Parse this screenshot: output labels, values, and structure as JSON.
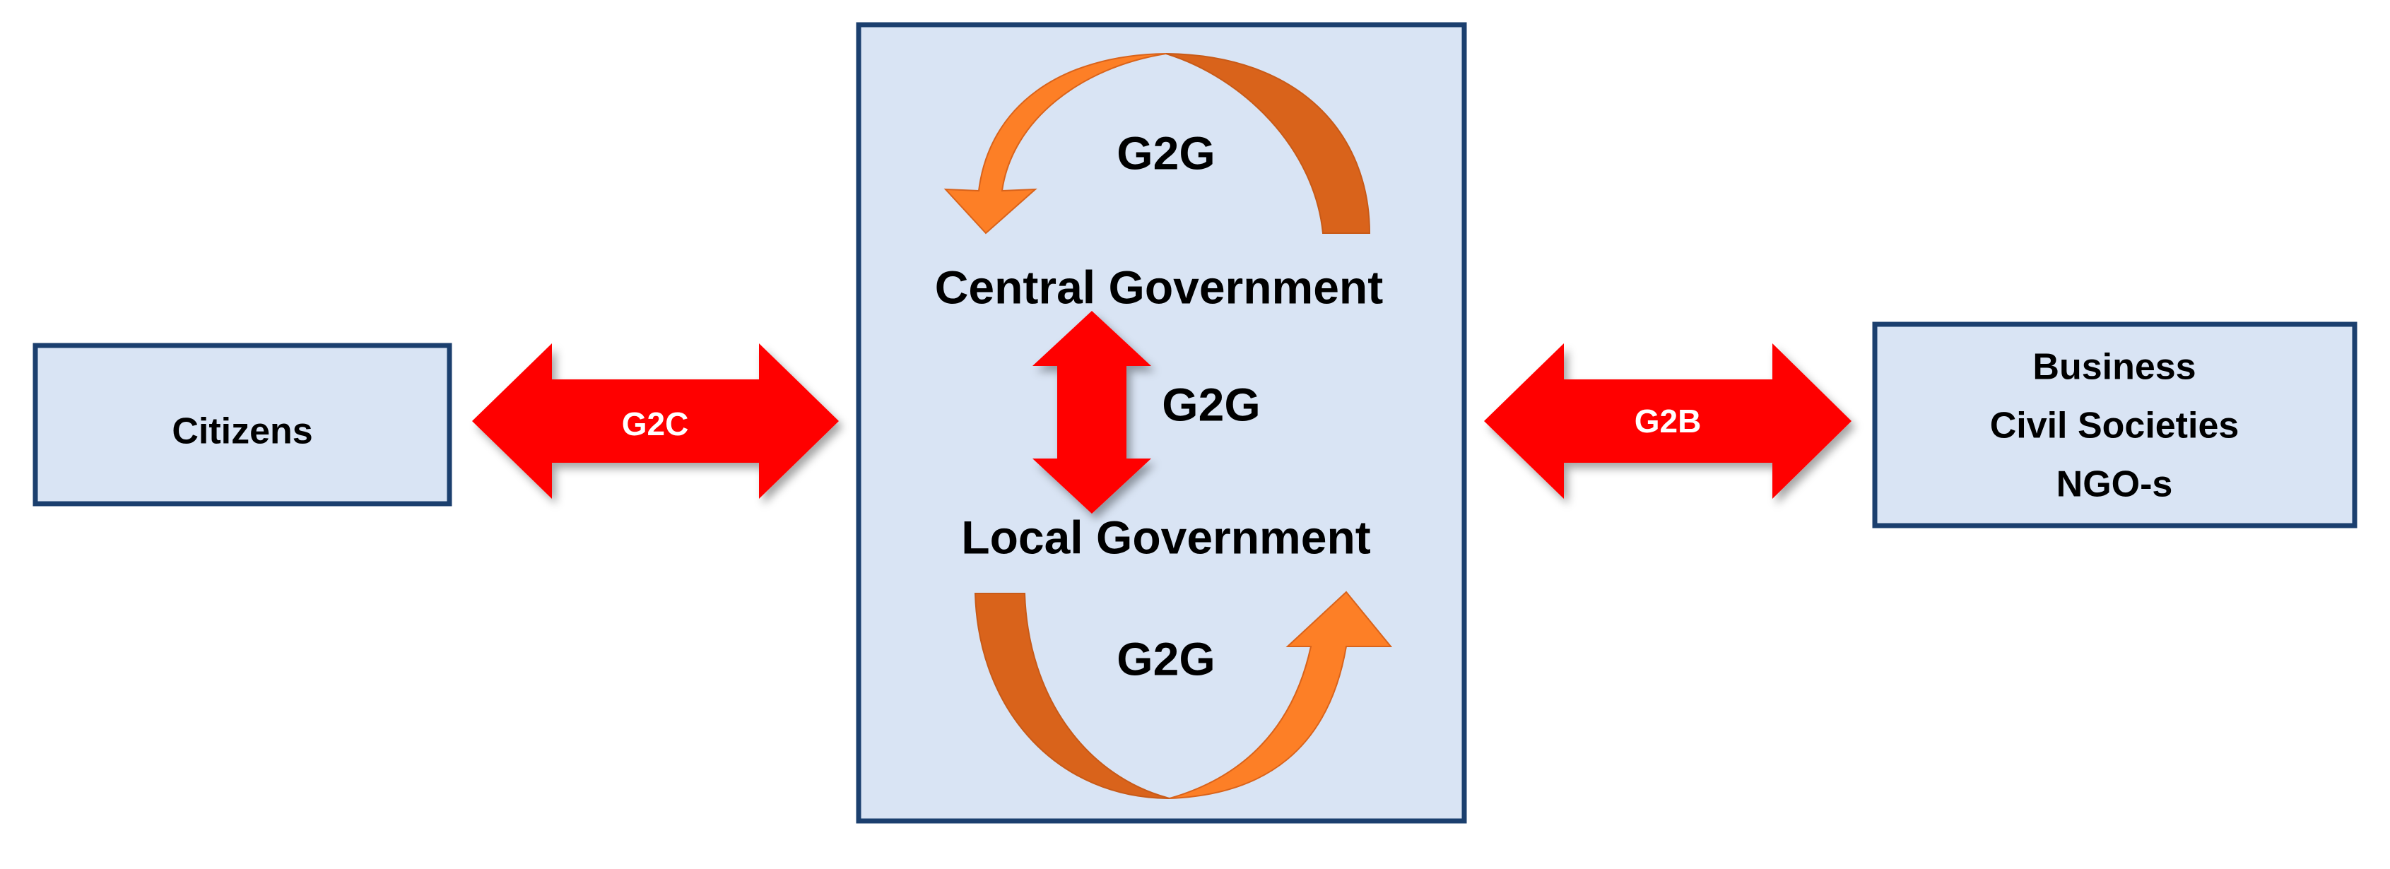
{
  "colors": {
    "box_fill": "#d9e4f4",
    "box_border": "#1b3f6e",
    "red_arrow": "#ff0000",
    "orange_arrow_light": "#fd7f26",
    "orange_arrow_dark": "#d9631b",
    "text": "#000000",
    "arrow_text": "#ffffff"
  },
  "citizens": {
    "label": "Citizens"
  },
  "g2c_arrow": {
    "label": "G2C"
  },
  "government": {
    "g2g_top": "G2G",
    "central": "Central Government",
    "g2g_middle": "G2G",
    "local": "Local Government",
    "g2g_bottom": "G2G"
  },
  "g2b_arrow": {
    "label": "G2B"
  },
  "business": {
    "lines": [
      "Business",
      "Civil Societies",
      "NGO-s"
    ]
  }
}
